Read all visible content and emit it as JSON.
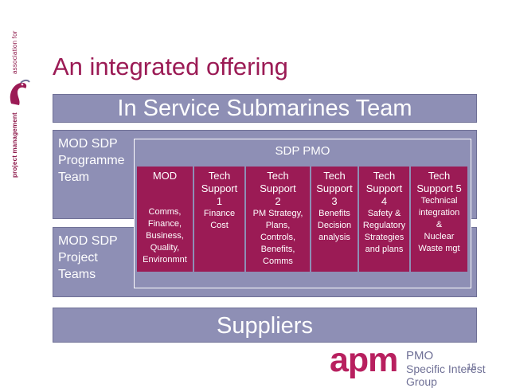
{
  "side_logo": {
    "line1": "association for",
    "line2": "project management"
  },
  "title": "An integrated offering",
  "isst_bar": "In Service Submarines Team",
  "programme_team": "MOD SDP\nProgramme\nTeam",
  "project_teams": "MOD SDP\nProject\nTeams",
  "pmo": {
    "header": "SDP PMO",
    "columns": [
      {
        "title": "MOD",
        "desc": "\n\nComms,\nFinance,\nBusiness,\nQuality,\nEnvironmnt"
      },
      {
        "title": "Tech\nSupport\n1",
        "desc": "Finance\nCost"
      },
      {
        "title": "Tech\nSupport\n2",
        "desc": "PM Strategy,\nPlans,\nControls,\nBenefits,\nComms"
      },
      {
        "title": "Tech\nSupport\n3",
        "desc": "Benefits\nDecision\nanalysis"
      },
      {
        "title": "Tech\nSupport\n4",
        "desc": "Safety &\nRegulatory\nStrategies\nand plans"
      },
      {
        "title": "Tech\nSupport 5",
        "desc": "Technical\nintegration\n&\nNuclear\nWaste mgt"
      }
    ]
  },
  "suppliers": "Suppliers",
  "footer": {
    "apm": "apm",
    "pmo": "PMO",
    "group": "Specific Interest Group",
    "page_number": "15"
  },
  "colors": {
    "accent": "#9b1b55",
    "bar": "#8e8fb5"
  }
}
